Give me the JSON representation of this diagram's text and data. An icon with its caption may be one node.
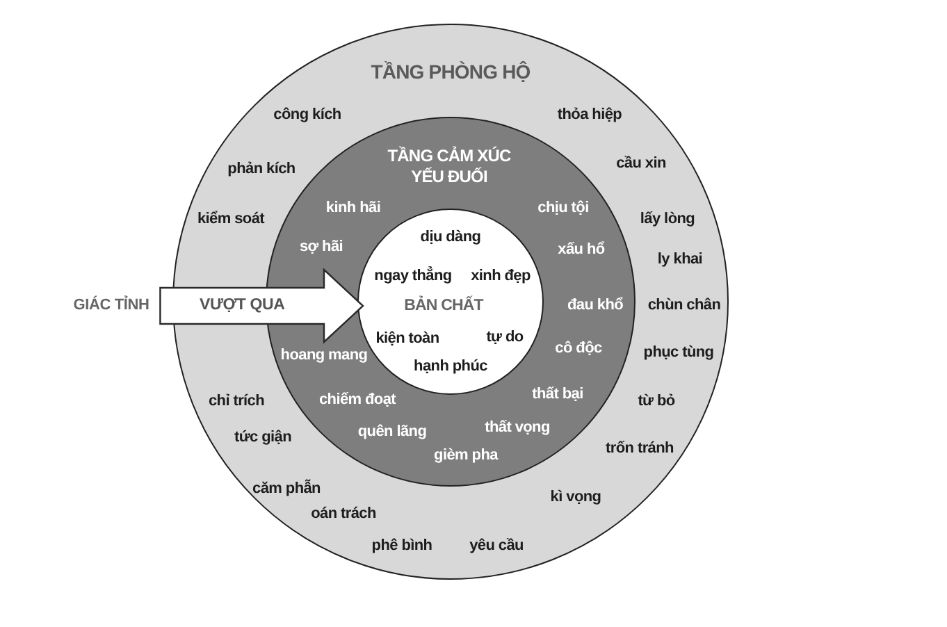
{
  "diagram": {
    "nodes": [
      {
        "text": [
          "TẦNG PHÒNG HỘ",
          "công kích",
          "thỏa hiệp",
          "phản kích",
          "cầu xin",
          "kiểm soát",
          "lấy lòng",
          "ly khai",
          "chùn chân",
          "phục tùng",
          "chỉ trích",
          "từ bỏ",
          "tức giận",
          "trốn tránh",
          "căm phẫn",
          "kì vọng",
          "oán trách",
          "phê bình",
          "yêu cầu"
        ]
      },
      {
        "text": [
          "TẦNG CẢM XÚC YẾU ĐUỐI",
          "kinh hãi",
          "chịu tội",
          "sợ hãi",
          "xấu hổ",
          "đau khổ",
          "cô độc",
          "hoang mang",
          "thất bại",
          "chiếm đoạt",
          "thất vọng",
          "quên lãng",
          "gièm pha"
        ],
        "in": 0
      },
      {
        "text": [
          "dịu dàng",
          "ngay thẳng",
          "xinh đẹp",
          "BẢN CHẤT",
          "kiện toàn",
          "tự do",
          "hạnh phúc"
        ],
        "in": 1
      },
      {
        "text": [
          "GIÁC TỈNH"
        ]
      }
    ],
    "edges": [
      {
        "from": 3,
        "to": 2,
        "arrow": "to",
        "label": "VƯỢT QUA"
      }
    ]
  }
}
